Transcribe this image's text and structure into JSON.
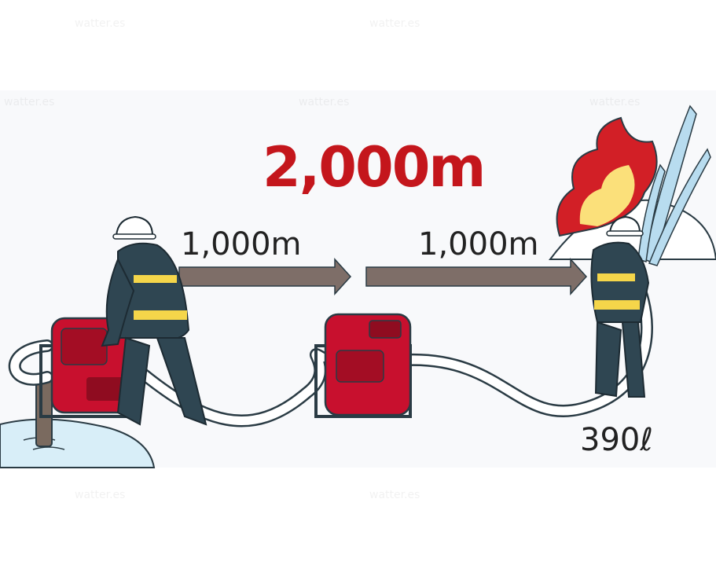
{
  "labels": {
    "total_distance": "2,000m",
    "segment_1": "1,000m",
    "segment_2": "1,000m",
    "flow_rate": "390ℓ"
  },
  "watermark": "watter.es",
  "colors": {
    "distance_red": "#c4161c",
    "pump_red": "#c8102e",
    "uniform_navy": "#2f4652",
    "reflective_yellow": "#f5d64a",
    "arrow_brown": "#7e6e68",
    "water_blue": "#d8eef8",
    "flame_red": "#d21f26",
    "flame_yellow": "#fbe07a",
    "jet_blue": "#b8dcef"
  },
  "icons": [
    "firefighter-icon",
    "portable-pump-icon",
    "fire-hose-icon",
    "flame-icon",
    "water-jet-icon",
    "water-source-icon",
    "arrow-right-icon"
  ]
}
